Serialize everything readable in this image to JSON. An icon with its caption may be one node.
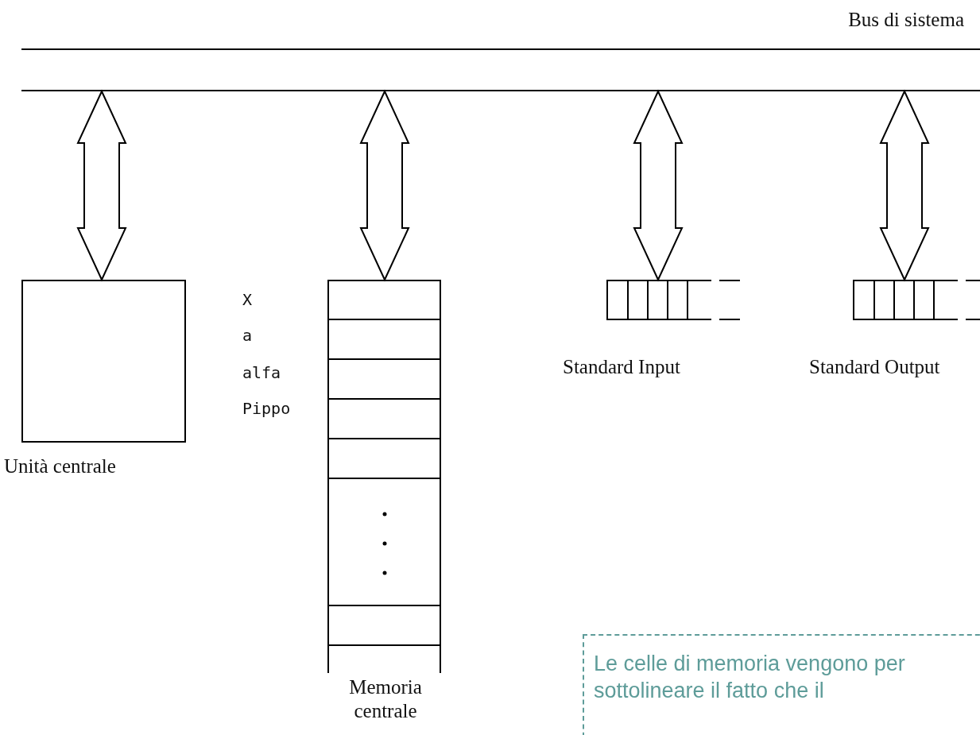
{
  "diagram": {
    "nodes": [
      {
        "text": [
          "Bus di sistema"
        ]
      },
      {
        "text": [
          "Unità centrale"
        ]
      },
      {
        "text": [
          "Memoria centrale"
        ]
      },
      {
        "text": [
          "Standard Input"
        ]
      },
      {
        "text": [
          "Standard Output"
        ]
      },
      {
        "text": [
          "Le celle di memoria vengono per sottolineare il fatto che il"
        ]
      }
    ],
    "edges": [
      {
        "from": 0,
        "to": 1,
        "arrow": "both"
      },
      {
        "from": 0,
        "to": 2,
        "arrow": "both"
      },
      {
        "from": 0,
        "to": 3,
        "arrow": "both"
      },
      {
        "from": 0,
        "to": 4,
        "arrow": "both"
      }
    ],
    "labels": [
      "X",
      "a",
      "alfa",
      "Pippo"
    ]
  }
}
